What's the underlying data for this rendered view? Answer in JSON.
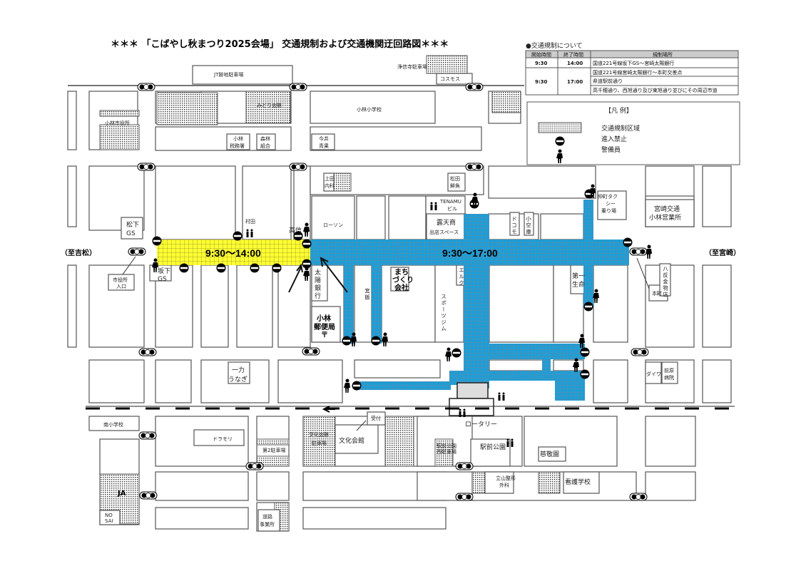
{
  "title": "＊＊＊ 「こばやし秋まつり2025会場」 交通規制および交通機関迂回路図＊＊＊",
  "directions": {
    "west": "（至吉松）",
    "east": "（至宮崎）"
  },
  "zones": [
    {
      "time": "9:30～14:00",
      "color": "#ffff33"
    },
    {
      "time": "9:30～17:00",
      "color": "#1a9fd8"
    }
  ],
  "regulation_table": {
    "heading": "●交通規制について",
    "columns": [
      "開始時間",
      "終了時間",
      "規制場所"
    ],
    "rows": [
      {
        "start": "9:30",
        "end": "14:00",
        "places": [
          "国道221号線坂下GS～宮崎太陽銀行"
        ]
      },
      {
        "start": "9:30",
        "end": "17:00",
        "places": [
          "国道221号線宮崎太陽銀行～本町交差点",
          "県道駅前通り",
          "高千穂通り、西旭通り及び東旭通り並びにその周辺市道"
        ]
      }
    ]
  },
  "legend": {
    "title": "【凡 例】",
    "items": [
      {
        "icon": "regulated-area-swatch",
        "label": "交通規制区域"
      },
      {
        "icon": "no-entry-icon",
        "label": "進入禁止"
      },
      {
        "icon": "guard-icon",
        "label": "警備員"
      }
    ]
  },
  "places": {
    "jt": "JT跡地駐車場",
    "jyoshinji": "浄信寺駐車場",
    "cosmos": "コスモス",
    "midori": "みどり会館",
    "school": "小林小学校",
    "cityhall": "小林市役所",
    "tax": [
      "小林",
      "税務署"
    ],
    "forest": [
      "森林",
      "組合"
    ],
    "imai": [
      "今井",
      "青果"
    ],
    "ueda": [
      "上田",
      "内科"
    ],
    "matsuda": [
      "松田",
      "鮮魚"
    ],
    "matsushita": [
      "松下",
      "GS"
    ],
    "murata": "村田",
    "takashin": "高信",
    "lawson": "ローソン",
    "tenamu": [
      "TENAMU",
      "ビル"
    ],
    "roten": [
      "露天商",
      "出店スペース"
    ],
    "docomo": "ドコモ",
    "kosora": "小空庫",
    "nakamachi_taxi": [
      "仲町タク",
      "シー",
      "乗り場"
    ],
    "miyako": [
      "宮崎交通",
      "小林営業所"
    ],
    "sakashita": [
      "坂下",
      "GS"
    ],
    "cityhall_entrance": [
      "市役所",
      "入口"
    ],
    "taiyo": [
      "太",
      "陽",
      "銀",
      "行"
    ],
    "miyahan": "宮飯",
    "machizukuri": [
      "まち",
      "づくり",
      "会社"
    ],
    "elk": "エルク",
    "sportsgym": "スポーツジム",
    "daiichi": [
      "第一",
      "生命"
    ],
    "honmachi": "本町",
    "hassaka": "八反金物店",
    "postoffice": [
      "小林",
      "郵便局",
      "〒"
    ],
    "ichiriki": [
      "一力",
      "うなぎ"
    ],
    "daiwa": "ダイワ",
    "maehara": [
      "前原",
      "病院"
    ],
    "minami_school": "南小学校",
    "doramori": "ドラモリ",
    "parking2": "第2駐車場",
    "bunka_parking": [
      "文化会館",
      "駐車場"
    ],
    "uketsuke": "受付",
    "bunka": "文化会館",
    "rotary": "ロータリー",
    "ekimae_parking": [
      "駅前公園",
      "西駐車場"
    ],
    "ekimae_park": "駅前公園",
    "jikeien": "慈敬園",
    "tateyama": [
      "立山整形",
      "外科"
    ],
    "nursing": "看護学校",
    "ja": "JA",
    "nosai": [
      "NO",
      "SAI"
    ],
    "road_office": [
      "道路",
      "事業所"
    ]
  }
}
